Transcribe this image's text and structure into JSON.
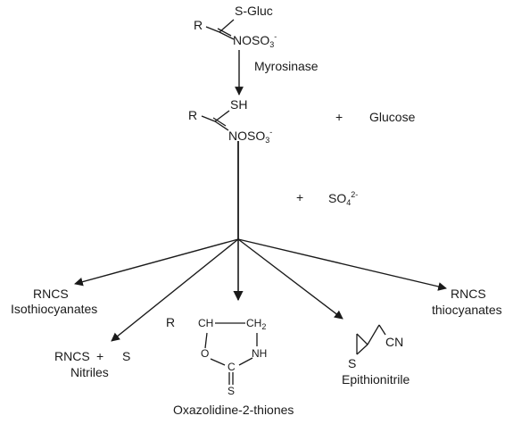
{
  "glucosinolate": {
    "r": "R",
    "s_gluc": "S-Gluc",
    "noso3": "NOSO",
    "sub3": "3",
    "charge": "-"
  },
  "enzyme": "Myrosinase",
  "aglucone": {
    "r": "R",
    "sh": "SH",
    "noso3": "NOSO",
    "sub3": "3",
    "charge": "-"
  },
  "byproducts": {
    "plus1": "+",
    "glucose": "Glucose",
    "plus2": "+",
    "so4": "SO",
    "so4_sub": "4",
    "so4_charge": "2-"
  },
  "products": {
    "isothiocyanate": {
      "formula": "RNCS",
      "name": "Isothiocyanates"
    },
    "nitrile": {
      "formula": "RNCS",
      "plus": "+",
      "sulfur": "S",
      "name": "Nitriles"
    },
    "oxazolidine": {
      "r": "R",
      "ch": "CH",
      "ch2": "CH",
      "ch2_sub": "2",
      "o": "O",
      "nh": "NH",
      "c": "C",
      "s": "S",
      "name": "Oxazolidine-2-thiones"
    },
    "epithionitrile": {
      "cn": "CN",
      "s": "S",
      "name": "Epithionitrile"
    },
    "thiocyanate": {
      "formula": "RNCS",
      "name": "thiocyanates"
    }
  },
  "colors": {
    "ink": "#1a1a1a",
    "background": "#ffffff"
  }
}
